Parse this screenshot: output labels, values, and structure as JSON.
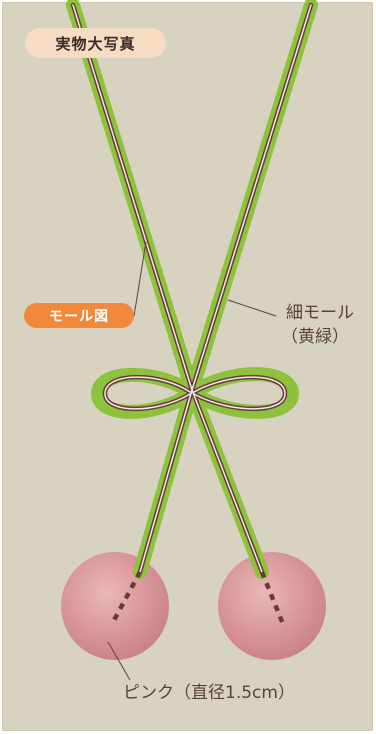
{
  "badges": {
    "photo_label": "実物大写真",
    "diagram_label": "モール図"
  },
  "labels": {
    "wire_name": "細モール",
    "wire_color": "（黄緑）",
    "pompom": "ピンク（直径1.5cm）"
  },
  "colors": {
    "background": "#d8d2c0",
    "wire_green": "#8cc23c",
    "wire_core": "#6a3a36",
    "pompom_pink": "#d88e94",
    "badge_orange": "#f08a3a",
    "badge_peach": "#f6dcc2"
  }
}
